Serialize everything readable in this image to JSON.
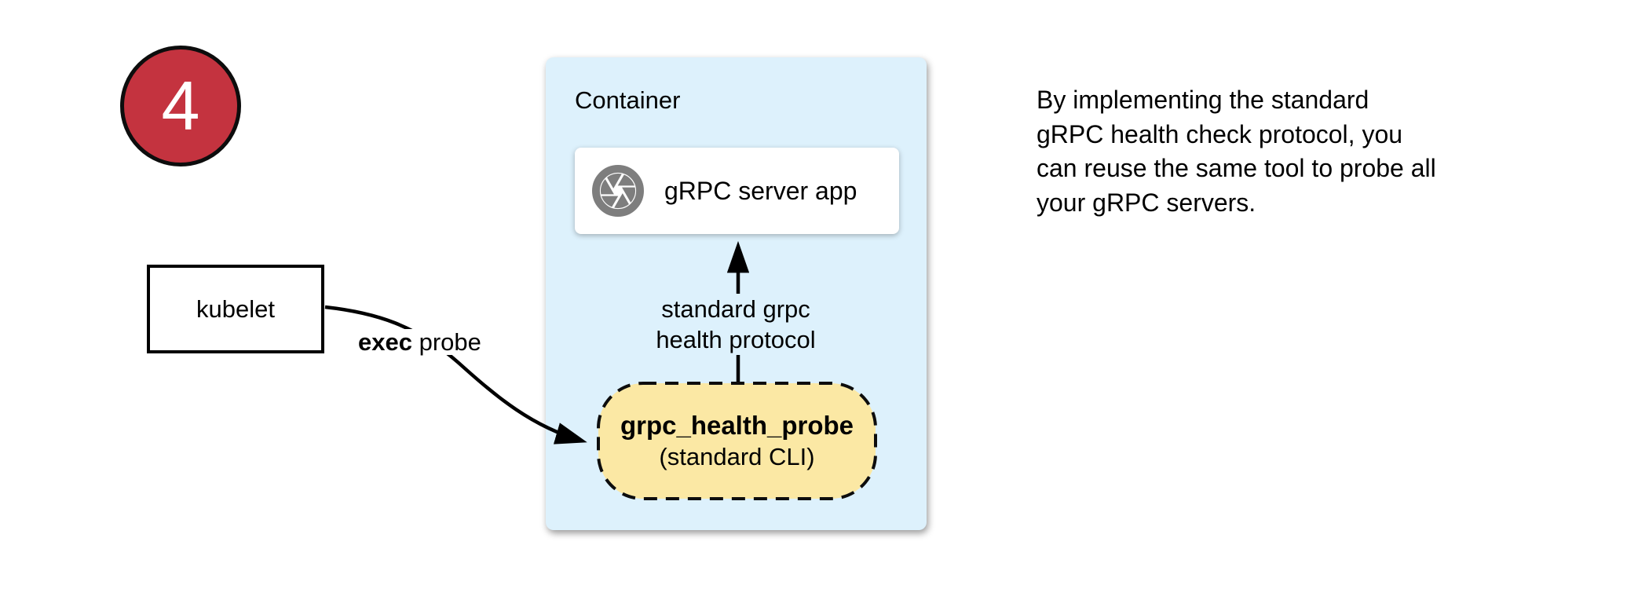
{
  "colors": {
    "badge_bg": "#C4333F",
    "container_bg": "#DDF1FC",
    "probe_bg": "#FBE8A4",
    "icon_gray": "#7E7E7E"
  },
  "badge": {
    "number": "4"
  },
  "kubelet": {
    "label": "kubelet"
  },
  "exec_probe": {
    "bold": "exec",
    "rest": " probe"
  },
  "container": {
    "title": "Container",
    "server_app": {
      "label": "gRPC server app",
      "icon": "aperture-icon"
    },
    "protocol_arrow_label": "standard grpc\nhealth protocol",
    "probe": {
      "name": "grpc_health_probe",
      "subtitle": "(standard CLI)"
    }
  },
  "note": "By implementing the standard\ngRPC health check protocol, you\ncan reuse the same tool to probe all\nyour gRPC servers."
}
